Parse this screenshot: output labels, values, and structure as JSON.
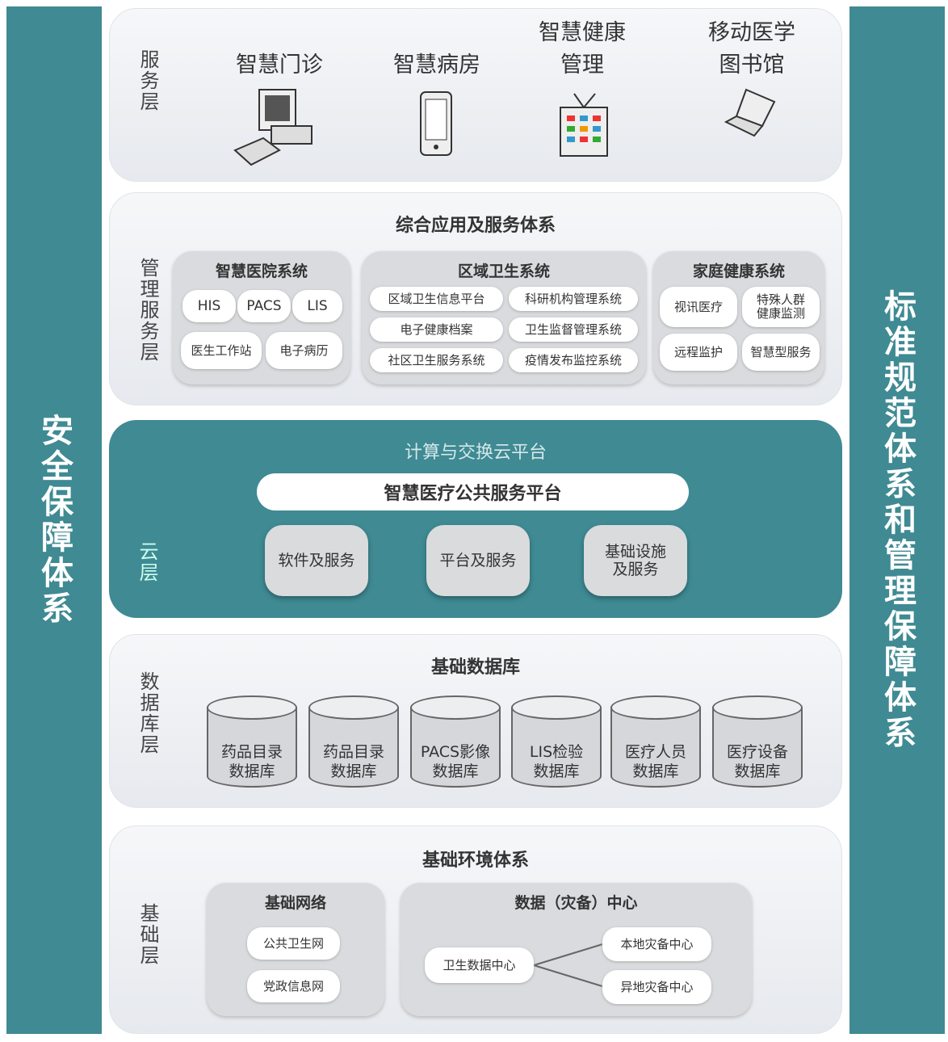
{
  "left_bar": "安全保障体系",
  "right_bar": "标准规范体系和管理保障体系",
  "service_layer": {
    "label": "服务层",
    "items": [
      {
        "label": "智慧门诊",
        "icon": "desktop-computer-icon"
      },
      {
        "label": "智慧病房",
        "icon": "tablet-icon"
      },
      {
        "label": "智慧健康管理",
        "label_lines": [
          "智慧健康",
          "管理"
        ],
        "icon": "tv-icon"
      },
      {
        "label": "移动医学图书馆",
        "label_lines": [
          "移动医学",
          "图书馆"
        ],
        "icon": "laptop-icon"
      }
    ]
  },
  "management_layer": {
    "label": "管理服务层",
    "title": "综合应用及服务体系",
    "groups": [
      {
        "title": "智慧医院系统",
        "items": [
          "HIS",
          "PACS",
          "LIS",
          "医生工作站",
          "电子病历"
        ]
      },
      {
        "title": "区域卫生系统",
        "items": [
          "区域卫生信息平台",
          "科研机构管理系统",
          "电子健康档案",
          "卫生监督管理系统",
          "社区卫生服务系统",
          "疫情发布监控系统"
        ]
      },
      {
        "title": "家庭健康系统",
        "items": [
          "视讯医疗",
          "特殊人群健康监测",
          "远程监护",
          "智慧型服务"
        ]
      }
    ]
  },
  "cloud_layer": {
    "label": "云层",
    "title": "计算与交换云平台",
    "platform": "智慧医疗公共服务平台",
    "services": [
      "软件及服务",
      "平台及服务",
      "基础设施及服务"
    ]
  },
  "database_layer": {
    "label": "数据库层",
    "title": "基础数据库",
    "dbs": [
      [
        "药品目录",
        "数据库"
      ],
      [
        "药品目录",
        "数据库"
      ],
      [
        "PACS影像",
        "数据库"
      ],
      [
        "LIS检验",
        "数据库"
      ],
      [
        "医疗人员",
        "数据库"
      ],
      [
        "医疗设备",
        "数据库"
      ]
    ]
  },
  "base_layer": {
    "label": "基础层",
    "title": "基础环境体系",
    "network": {
      "title": "基础网络",
      "items": [
        "公共卫生网",
        "党政信息网"
      ]
    },
    "datacenter": {
      "title": "数据（灾备）中心",
      "center": "卫生数据中心",
      "branches": [
        "本地灾备中心",
        "异地灾备中心"
      ]
    }
  },
  "colors": {
    "teal": "#3f8a93"
  }
}
